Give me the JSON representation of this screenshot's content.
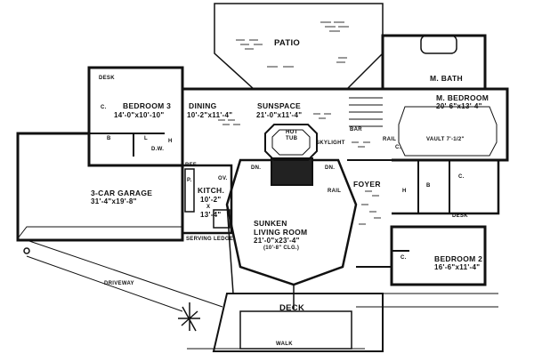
{
  "patio": {
    "label": "PATIO"
  },
  "dining": {
    "label": "DINING",
    "size": "10'-2\"x11'-4\""
  },
  "sunspace": {
    "label": "SUNSPACE",
    "size": "21'-0\"x11'-4\"",
    "skylight": "SKYLIGHT"
  },
  "hot_tub": {
    "label_line1": "HOT",
    "label_line2": "TUB"
  },
  "bedroom3": {
    "label": "BEDROOM 3",
    "size": "14'-0\"x10'-10\"",
    "desk": "DESK"
  },
  "master_bath": {
    "label": "M. BATH"
  },
  "master_bedroom": {
    "label": "M. BEDROOM",
    "size": "20'-6\"x13'-4\"",
    "vault": "VAULT 7'-1/2\""
  },
  "garage": {
    "label": "3-CAR GARAGE",
    "size": "31'-4\"x19'-8\""
  },
  "kitchen": {
    "label": "KITCH.",
    "size_line1": "10'-2\"",
    "size_line2": "X",
    "size_line3": "13'-4\""
  },
  "living": {
    "label_line1": "SUNKEN",
    "label_line2": "LIVING ROOM",
    "size": "21'-0\"x23'-4\"",
    "ceiling": "(10'-8\" CLG.)"
  },
  "foyer": {
    "label": "FOYER"
  },
  "bedroom2": {
    "label": "BEDROOM 2",
    "size": "16'-6\"x11'-4\""
  },
  "deck": {
    "label": "DECK"
  },
  "driveway": {
    "label": "DRIVEWAY"
  },
  "walk": {
    "label": "WALK"
  },
  "misc": {
    "dn1": "DN.",
    "dn2": "DN.",
    "rail1": "RAIL",
    "rail2": "RAIL",
    "bar": "BAR",
    "serving_ledge": "SERVING LEDGE",
    "closet": "C.",
    "bath": "B",
    "linen": "L",
    "hall": "H",
    "desk2": "DESK",
    "pantry": "P.",
    "dw": "D.W.",
    "ov": "OV.",
    "ref": "REF."
  }
}
